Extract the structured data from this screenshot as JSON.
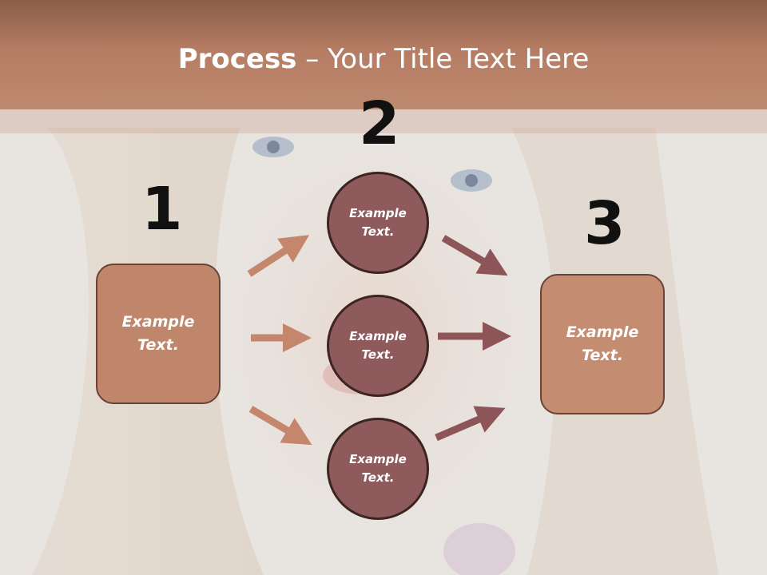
{
  "slide": {
    "title_strong": "Process",
    "title_rest": " – Your Title Text Here"
  },
  "steps": {
    "one": {
      "number": "1",
      "text": "Example\nText."
    },
    "two": {
      "number": "2"
    },
    "three": {
      "number": "3",
      "text": "Example\nText."
    }
  },
  "circles": [
    {
      "text": "Example\nText."
    },
    {
      "text": "Example\nText."
    },
    {
      "text": "Example\nText."
    }
  ],
  "colors": {
    "box_left": "#c0866b",
    "box_right": "#c48d72",
    "circle_fill": "#8f5a5c",
    "arrow_left": "#c4876d",
    "arrow_right": "#8e5558"
  }
}
